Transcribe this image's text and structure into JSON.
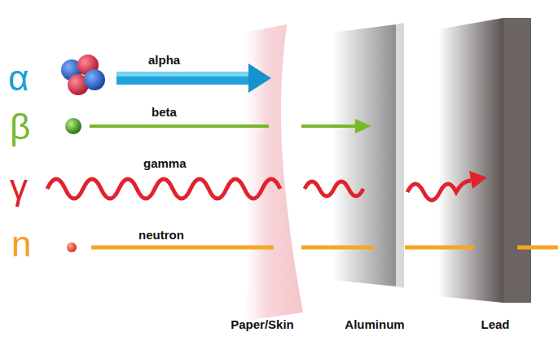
{
  "diagram": {
    "labels": [
      "α",
      "alpha",
      "β",
      "beta",
      "γ",
      "gamma",
      "n",
      "neutron",
      "Paper/Skin",
      "Aluminum",
      "Lead"
    ]
  }
}
